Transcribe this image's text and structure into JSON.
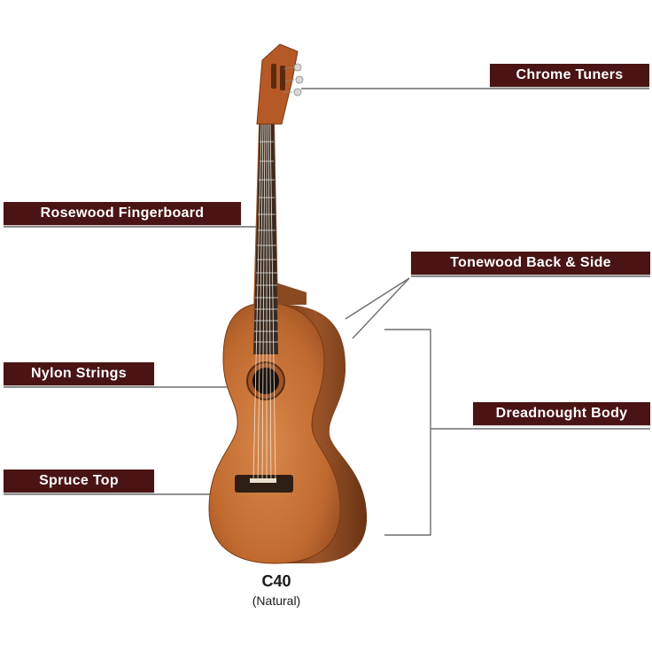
{
  "labels": {
    "chrome_tuners": "Chrome Tuners",
    "rosewood_fingerboard": "Rosewood Fingerboard",
    "tonewood_back_side": "Tonewood Back & Side",
    "nylon_strings": "Nylon Strings",
    "dreadnought_body": "Dreadnought Body",
    "spruce_top": "Spruce Top"
  },
  "product": {
    "model": "C40",
    "finish": "(Natural)"
  },
  "colors": {
    "label_bg": "#4a1414",
    "leader_line": "#6e6e6e",
    "wood_top": "#c8743a",
    "wood_side": "#8a4a22",
    "fingerboard": "#3a2a22"
  }
}
